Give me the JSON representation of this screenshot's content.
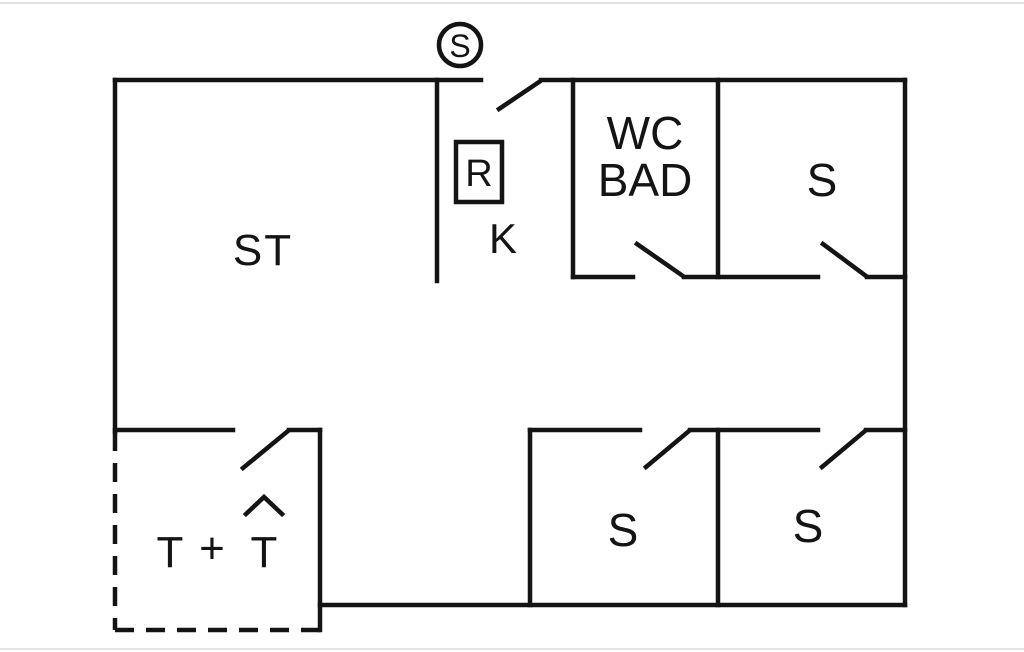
{
  "colors": {
    "background": "#ffffff",
    "line": "#141414"
  },
  "floor_plan": {
    "symbol_top": "S",
    "rooms": {
      "living_room": "ST",
      "kitchen": "K",
      "kitchen_appliance": "R",
      "bathroom_line1": "WC",
      "bathroom_line2": "BAD",
      "bedroom_top_right": "S",
      "bedroom_bottom_middle": "S",
      "bedroom_bottom_right": "S",
      "terrace_t1": "T",
      "terrace_plus": "+",
      "terrace_t2": "T"
    }
  }
}
